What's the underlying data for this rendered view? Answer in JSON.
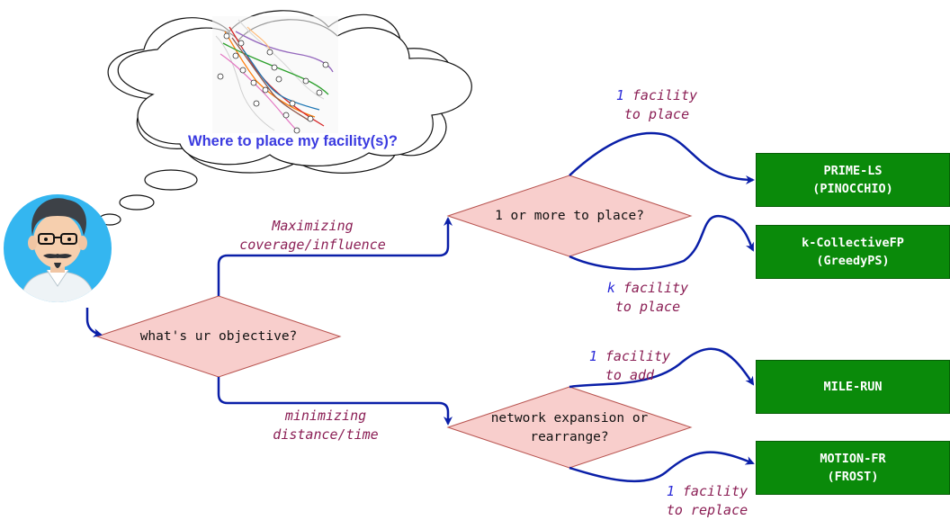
{
  "thought": {
    "question": "Where to place my facility(s)?",
    "map_image": "hurricane-track-map"
  },
  "person": {
    "avatar": "user-avatar"
  },
  "decisions": {
    "objective": "what's ur objective?",
    "place_count": "1 or more to place?",
    "expansion_line1": "network expansion or",
    "expansion_line2": "rearrange?"
  },
  "edges": {
    "maximizing_line1": "Maximizing",
    "maximizing_line2": "coverage/influence",
    "minimizing_line1": "minimizing",
    "minimizing_line2": "distance/time",
    "one_place": {
      "num": "1",
      "rest": " facility",
      "line2": "to place"
    },
    "k_place": {
      "num": "k",
      "rest": " facility",
      "line2": "to place"
    },
    "one_add": {
      "num": "1",
      "rest": " facility",
      "line2": "to add"
    },
    "one_replace": {
      "num": "1",
      "rest": " facility",
      "line2": "to replace"
    }
  },
  "algorithms": {
    "prime_ls": {
      "line1": "PRIME-LS",
      "line2": "(PINOCCHIO)"
    },
    "k_collective": {
      "line1": "k-CollectiveFP",
      "line2": "(GreedyPS)"
    },
    "mile_run": {
      "line1": "MILE-RUN"
    },
    "motion_fr": {
      "line1": "MOTION-FR",
      "line2": "(FROST)"
    }
  },
  "colors": {
    "arrow": "#0a1fa8",
    "diamond_fill": "#f8cecc",
    "diamond_stroke": "#b85450",
    "box_fill": "#0a8a0a",
    "maroon_text": "#8b1f55",
    "blue_text": "#2a2ad8"
  }
}
